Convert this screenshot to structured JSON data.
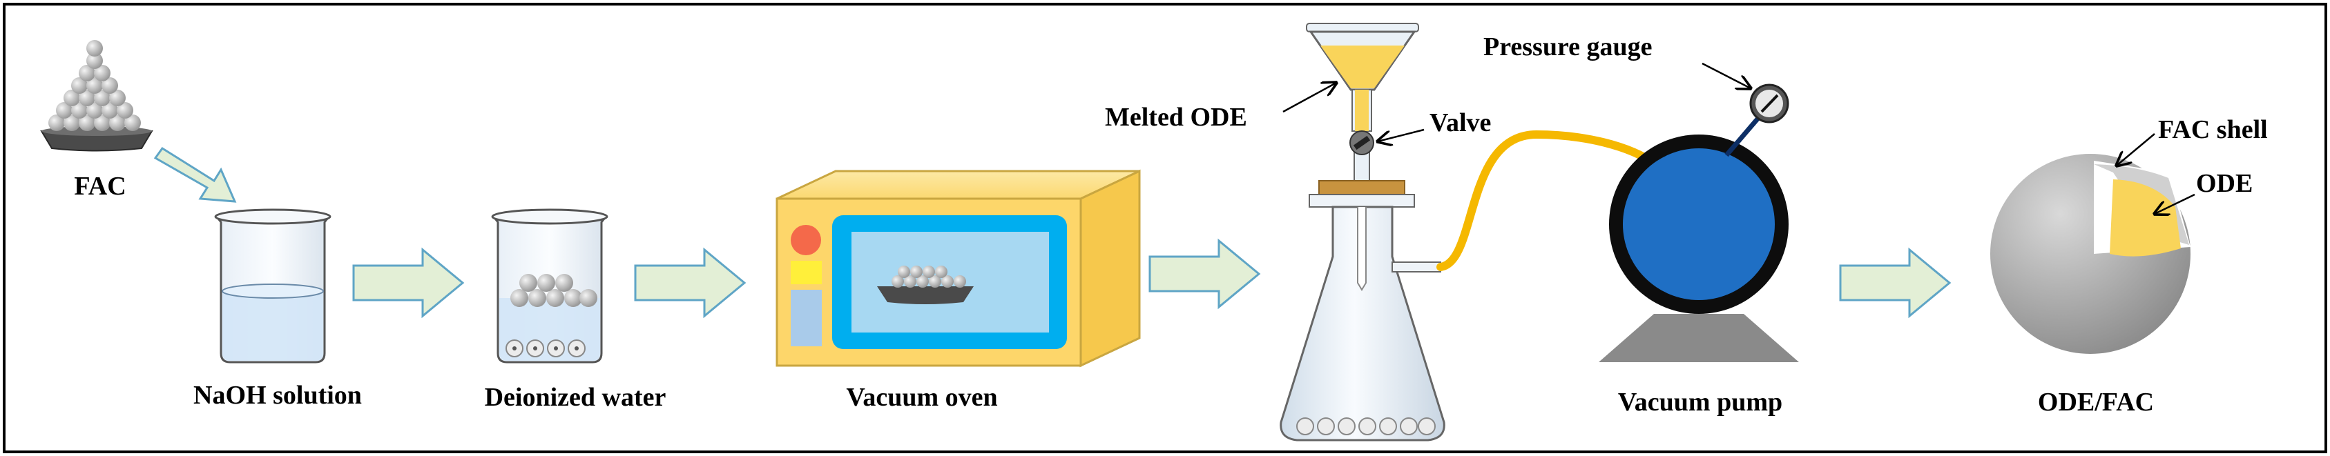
{
  "labels": {
    "fac": "FAC",
    "naoh": "NaOH solution",
    "water": "Deionized water",
    "oven": "Vacuum oven",
    "melted_ode": "Melted ODE",
    "valve": "Valve",
    "pressure_gauge": "Pressure gauge",
    "vacuum_pump": "Vacuum pump",
    "fac_shell": "FAC shell",
    "ode": "ODE",
    "product": "ODE/FAC"
  },
  "colors": {
    "border": "#000000",
    "flow_arrow_fill": "#e3efd6",
    "flow_arrow_stroke": "#5fa5c6",
    "oven_body": "#fdd36a",
    "oven_window": "#00aeef",
    "pump_blue": "#1f6fc4",
    "ode_yellow": "#f9d45a",
    "tube_orange": "#f5b800",
    "shell_gray": "#a8a8a8",
    "glass": "#dfe9f2"
  }
}
